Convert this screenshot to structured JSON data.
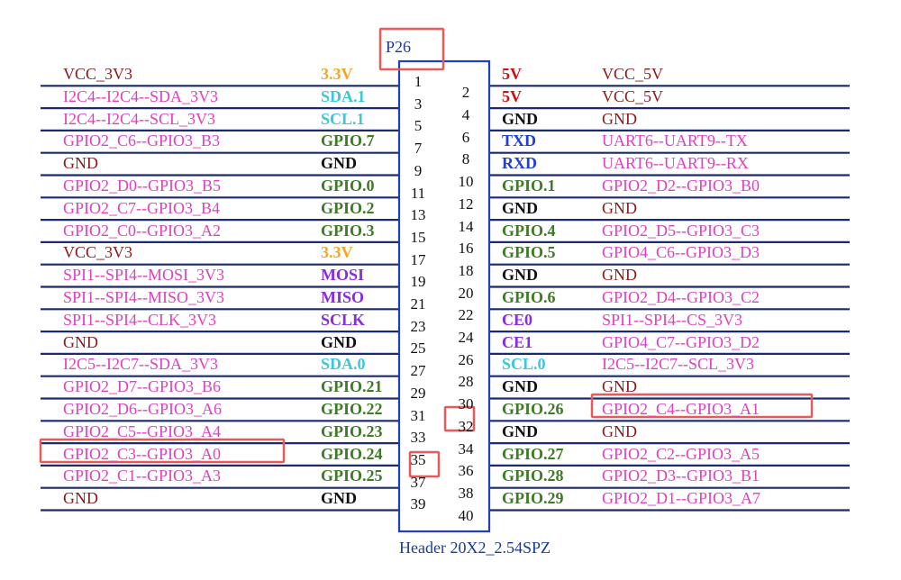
{
  "header": {
    "name": "P26",
    "caption": "Header 20X2_2.54SPZ",
    "box_color": "#1f3fbf",
    "line_color": "#1a2a6c",
    "highlight_color": "#e8595a"
  },
  "left_rows": [
    {
      "pin": "1",
      "net": "VCC_3V3",
      "net_color": "#8b1a1a",
      "signal": "3.3V",
      "signal_color": "#f5a623"
    },
    {
      "pin": "3",
      "net": "I2C4--I2C4--SDA_3V3",
      "net_color": "#e040c0",
      "signal": "SDA.1",
      "signal_color": "#3cc8d8"
    },
    {
      "pin": "5",
      "net": "I2C4--I2C4--SCL_3V3",
      "net_color": "#e040c0",
      "signal": "SCL.1",
      "signal_color": "#3cc8d8"
    },
    {
      "pin": "7",
      "net": "GPIO2_C6--GPIO3_B3",
      "net_color": "#e040c0",
      "signal": "GPIO.7",
      "signal_color": "#3f7a26"
    },
    {
      "pin": "9",
      "net": "GND",
      "net_color": "#8b1a1a",
      "signal": "GND",
      "signal_color": "#111111"
    },
    {
      "pin": "11",
      "net": "GPIO2_D0--GPIO3_B5",
      "net_color": "#e040c0",
      "signal": "GPIO.0",
      "signal_color": "#3f7a26"
    },
    {
      "pin": "13",
      "net": "GPIO2_C7--GPIO3_B4",
      "net_color": "#e040c0",
      "signal": "GPIO.2",
      "signal_color": "#3f7a26"
    },
    {
      "pin": "15",
      "net": "GPIO2_C0--GPIO3_A2",
      "net_color": "#e040c0",
      "signal": "GPIO.3",
      "signal_color": "#3f7a26"
    },
    {
      "pin": "17",
      "net": "VCC_3V3",
      "net_color": "#8b1a1a",
      "signal": "3.3V",
      "signal_color": "#f5a623"
    },
    {
      "pin": "19",
      "net": "SPI1--SPI4--MOSI_3V3",
      "net_color": "#e040c0",
      "signal": "MOSI",
      "signal_color": "#8a2be2"
    },
    {
      "pin": "21",
      "net": "SPI1--SPI4--MISO_3V3",
      "net_color": "#e040c0",
      "signal": "MISO",
      "signal_color": "#8a2be2"
    },
    {
      "pin": "23",
      "net": "SPI1--SPI4--CLK_3V3",
      "net_color": "#e040c0",
      "signal": "SCLK",
      "signal_color": "#8a2be2"
    },
    {
      "pin": "25",
      "net": "GND",
      "net_color": "#8b1a1a",
      "signal": "GND",
      "signal_color": "#111111"
    },
    {
      "pin": "27",
      "net": "I2C5--I2C7--SDA_3V3",
      "net_color": "#e040c0",
      "signal": "SDA.0",
      "signal_color": "#3cc8d8"
    },
    {
      "pin": "29",
      "net": "GPIO2_D7--GPIO3_B6",
      "net_color": "#e040c0",
      "signal": "GPIO.21",
      "signal_color": "#3f7a26"
    },
    {
      "pin": "31",
      "net": "GPIO2_D6--GPIO3_A6",
      "net_color": "#e040c0",
      "signal": "GPIO.22",
      "signal_color": "#3f7a26"
    },
    {
      "pin": "33",
      "net": "GPIO2_C5--GPIO3_A4",
      "net_color": "#e040c0",
      "signal": "GPIO.23",
      "signal_color": "#3f7a26"
    },
    {
      "pin": "35",
      "net": "GPIO2_C3--GPIO3_A0",
      "net_color": "#e040c0",
      "signal": "GPIO.24",
      "signal_color": "#3f7a26"
    },
    {
      "pin": "37",
      "net": "GPIO2_C1--GPIO3_A3",
      "net_color": "#e040c0",
      "signal": "GPIO.25",
      "signal_color": "#3f7a26"
    },
    {
      "pin": "39",
      "net": "GND",
      "net_color": "#8b1a1a",
      "signal": "GND",
      "signal_color": "#111111"
    }
  ],
  "right_rows": [
    {
      "pin": "2",
      "signal": "5V",
      "signal_color": "#cc1111",
      "net": "VCC_5V",
      "net_color": "#8b1a1a"
    },
    {
      "pin": "4",
      "signal": "5V",
      "signal_color": "#cc1111",
      "net": "VCC_5V",
      "net_color": "#8b1a1a"
    },
    {
      "pin": "6",
      "signal": "GND",
      "signal_color": "#111111",
      "net": "GND",
      "net_color": "#8b1a1a"
    },
    {
      "pin": "8",
      "signal": "TXD",
      "signal_color": "#1f3fd6",
      "net": "UART6--UART9--TX",
      "net_color": "#e040c0"
    },
    {
      "pin": "10",
      "signal": "RXD",
      "signal_color": "#1f3fd6",
      "net": "UART6--UART9--RX",
      "net_color": "#e040c0"
    },
    {
      "pin": "12",
      "signal": "GPIO.1",
      "signal_color": "#3f7a26",
      "net": "GPIO2_D2--GPIO3_B0",
      "net_color": "#e040c0"
    },
    {
      "pin": "14",
      "signal": "GND",
      "signal_color": "#111111",
      "net": "GND",
      "net_color": "#8b1a1a"
    },
    {
      "pin": "16",
      "signal": "GPIO.4",
      "signal_color": "#3f7a26",
      "net": "GPIO2_D5--GPIO3_C3",
      "net_color": "#e040c0"
    },
    {
      "pin": "18",
      "signal": "GPIO.5",
      "signal_color": "#3f7a26",
      "net": "GPIO4_C6--GPIO3_D3",
      "net_color": "#e040c0"
    },
    {
      "pin": "20",
      "signal": "GND",
      "signal_color": "#111111",
      "net": "GND",
      "net_color": "#8b1a1a"
    },
    {
      "pin": "22",
      "signal": "GPIO.6",
      "signal_color": "#3f7a26",
      "net": "GPIO2_D4--GPIO3_C2",
      "net_color": "#e040c0"
    },
    {
      "pin": "24",
      "signal": "CE0",
      "signal_color": "#8a2be2",
      "net": "SPI1--SPI4--CS_3V3",
      "net_color": "#e040c0"
    },
    {
      "pin": "26",
      "signal": "CE1",
      "signal_color": "#8a2be2",
      "net": "GPIO4_C7--GPIO3_D2",
      "net_color": "#e040c0"
    },
    {
      "pin": "28",
      "signal": "SCL.0",
      "signal_color": "#3cc8d8",
      "net": "I2C5--I2C7--SCL_3V3",
      "net_color": "#e040c0"
    },
    {
      "pin": "30",
      "signal": "GND",
      "signal_color": "#111111",
      "net": "GND",
      "net_color": "#8b1a1a"
    },
    {
      "pin": "32",
      "signal": "GPIO.26",
      "signal_color": "#3f7a26",
      "net": "GPIO2_C4--GPIO3_A1",
      "net_color": "#e040c0"
    },
    {
      "pin": "34",
      "signal": "GND",
      "signal_color": "#111111",
      "net": "GND",
      "net_color": "#8b1a1a"
    },
    {
      "pin": "36",
      "signal": "GPIO.27",
      "signal_color": "#3f7a26",
      "net": "GPIO2_C2--GPIO3_A5",
      "net_color": "#e040c0"
    },
    {
      "pin": "38",
      "signal": "GPIO.28",
      "signal_color": "#3f7a26",
      "net": "GPIO2_D3--GPIO3_B1",
      "net_color": "#e040c0"
    },
    {
      "pin": "40",
      "signal": "GPIO.29",
      "signal_color": "#3f7a26",
      "net": "GPIO2_D1--GPIO3_A7",
      "net_color": "#e040c0"
    }
  ]
}
